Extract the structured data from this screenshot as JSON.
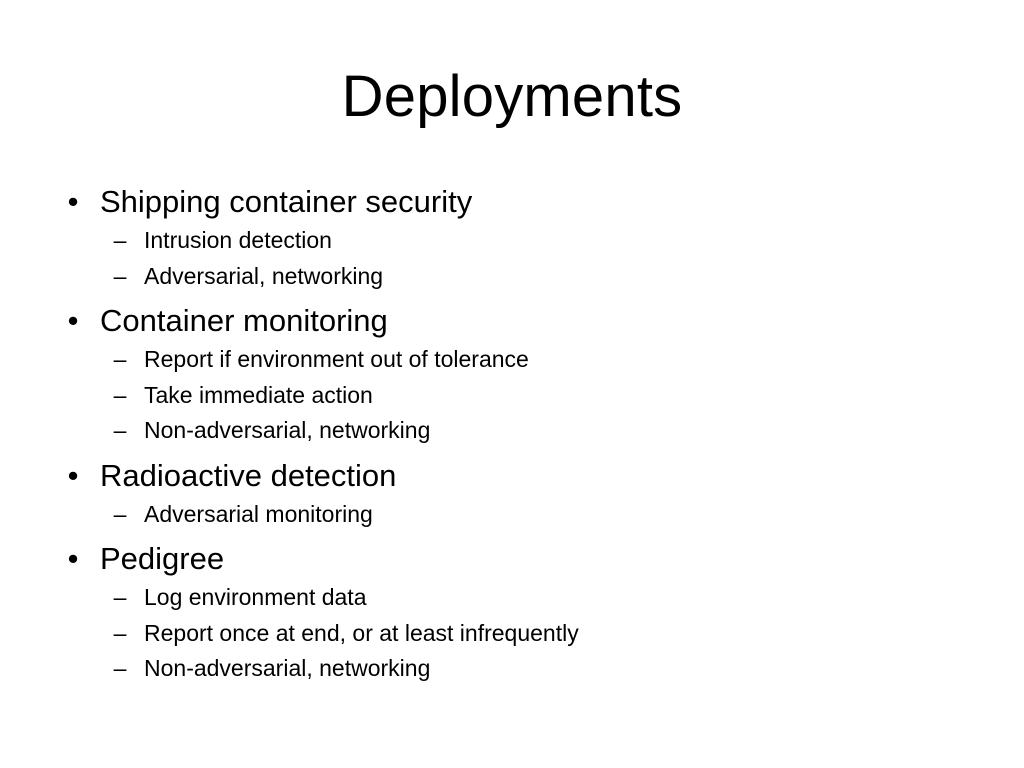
{
  "slide": {
    "title": "Deployments",
    "bullet_glyph": "•",
    "sub_glyph": "–",
    "bullets": [
      {
        "text": "Shipping container security",
        "subs": [
          "Intrusion detection",
          "Adversarial, networking"
        ]
      },
      {
        "text": "Container monitoring",
        "subs": [
          "Report if environment out of tolerance",
          "Take immediate action",
          "Non-adversarial, networking"
        ]
      },
      {
        "text": "Radioactive detection",
        "subs": [
          "Adversarial monitoring"
        ]
      },
      {
        "text": "Pedigree",
        "subs": [
          "Log environment data",
          "Report once at end, or at least infrequently",
          "Non-adversarial, networking"
        ]
      }
    ]
  }
}
